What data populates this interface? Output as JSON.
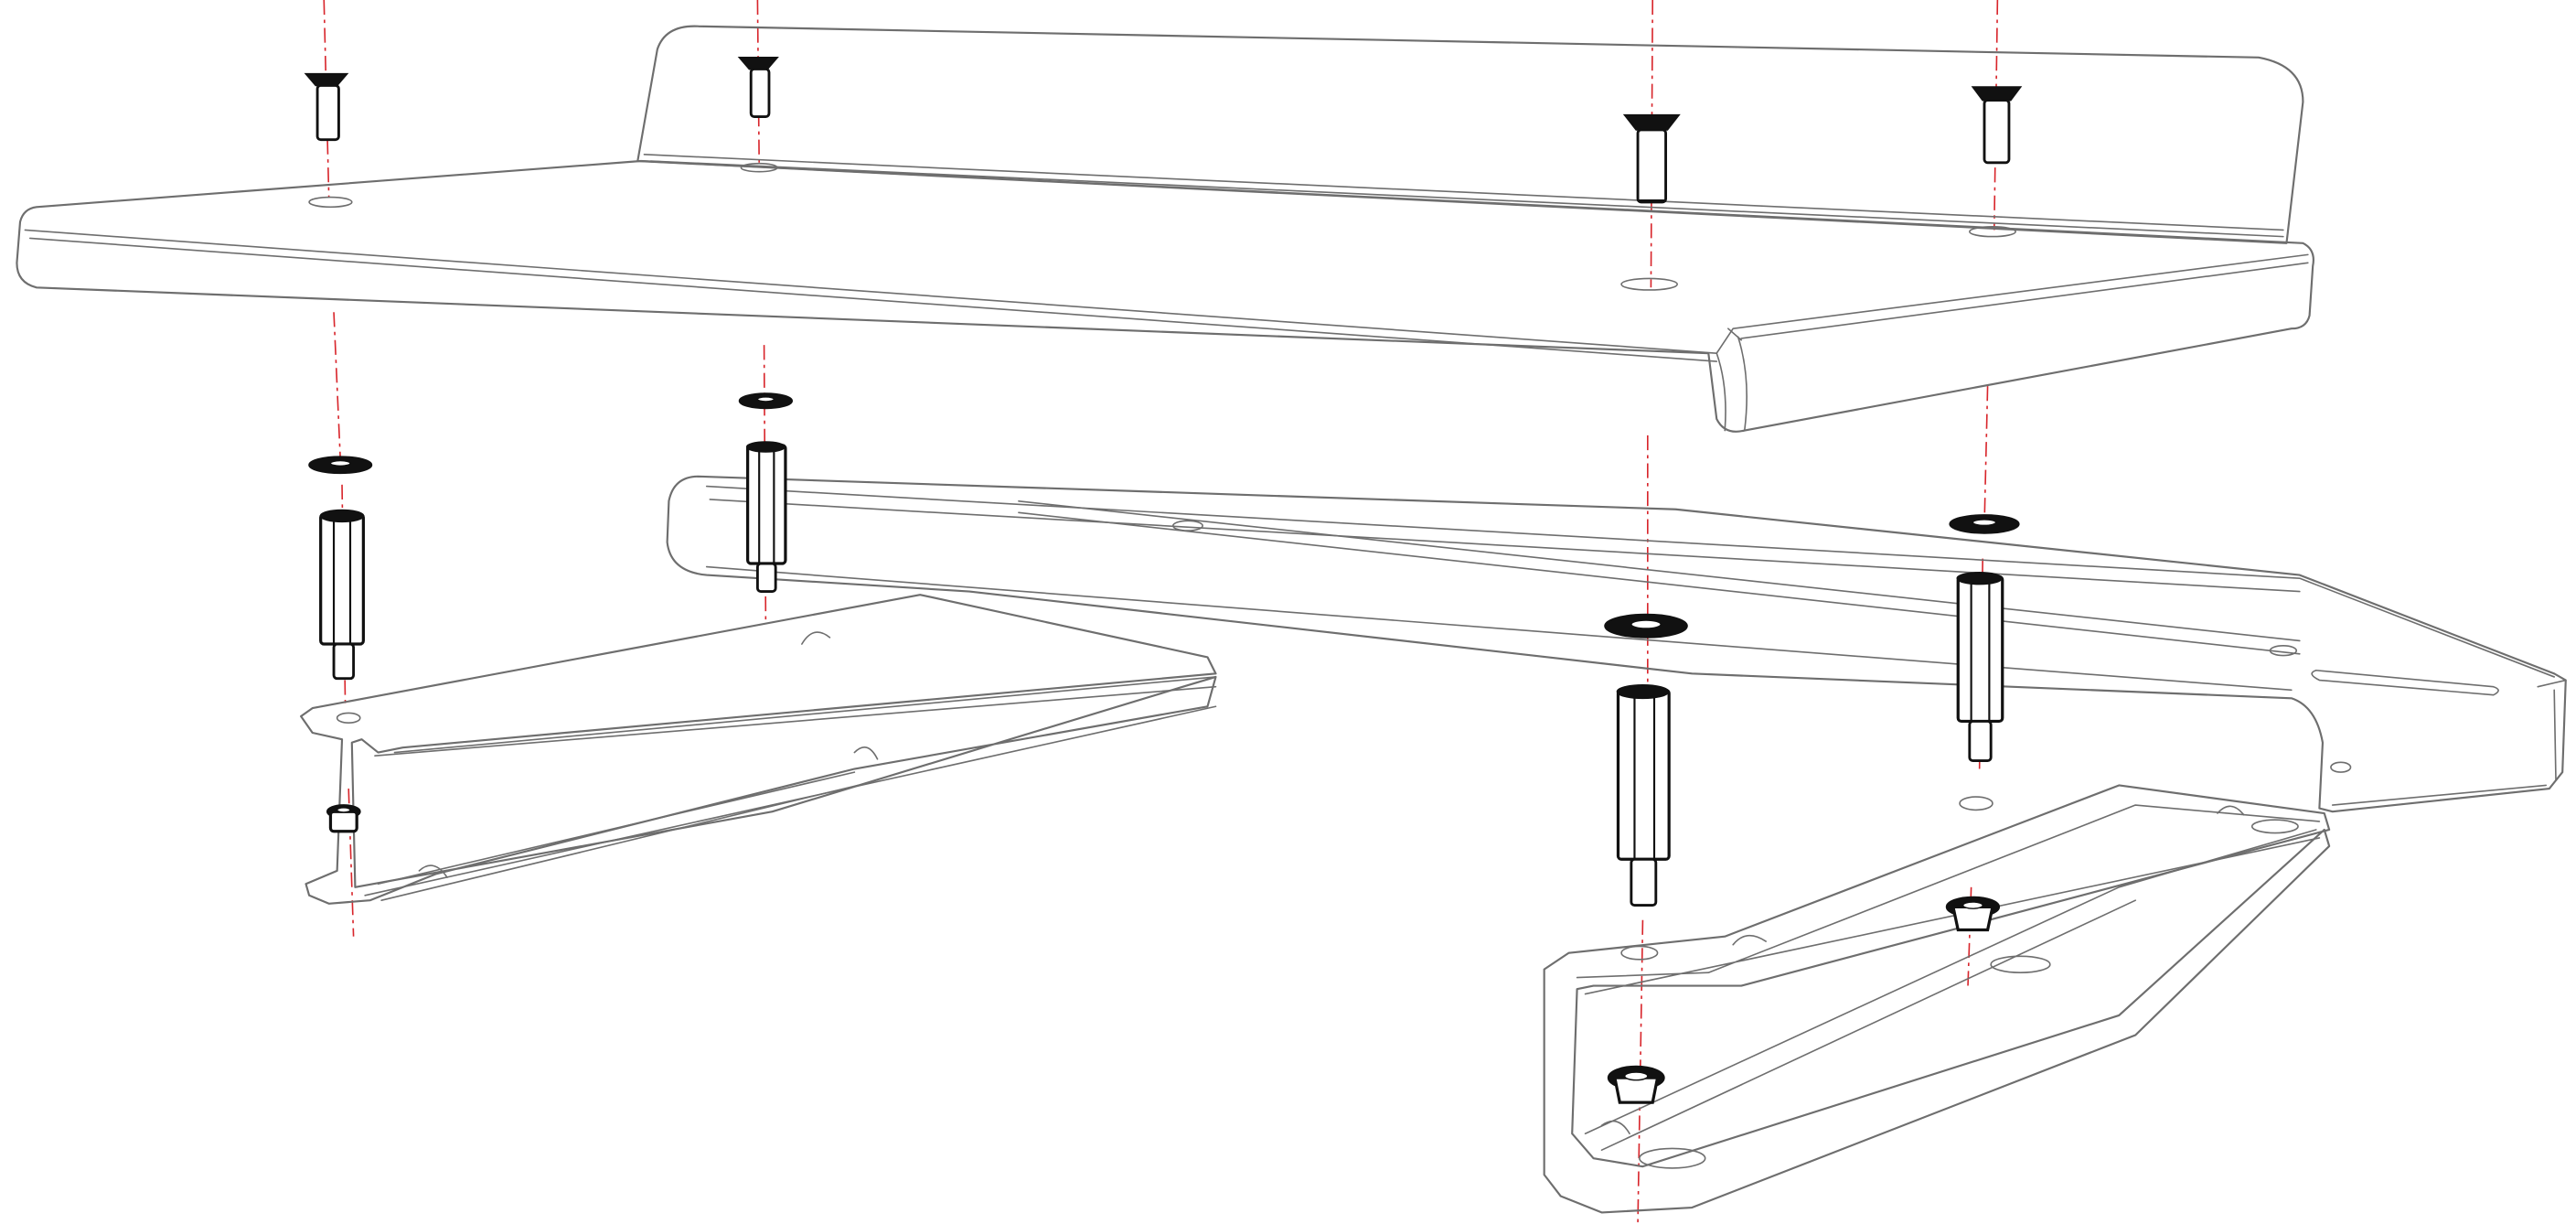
{
  "diagram": {
    "kind": "exploded-assembly-line-drawing",
    "text_labels": [],
    "colors": {
      "background": "#ffffff",
      "part_outline": "#6e6e6e",
      "part_fill": "#ffffff",
      "hardware_dark": "#111111",
      "hardware_highlight": "#ffffff",
      "axis_line": "#d8252b"
    },
    "parts": {
      "top_shelf": {
        "name": "shelf-plate"
      },
      "middle_bracket": {
        "name": "rear-rail-bracket"
      },
      "left_rail": {
        "name": "left-mounting-rail"
      },
      "right_rail": {
        "name": "right-mounting-rail"
      },
      "screws": [
        {
          "name": "screw-1"
        },
        {
          "name": "screw-2"
        },
        {
          "name": "screw-3"
        },
        {
          "name": "screw-4"
        }
      ],
      "washers": [
        {
          "name": "washer-1"
        },
        {
          "name": "washer-2"
        },
        {
          "name": "washer-3"
        },
        {
          "name": "washer-4"
        }
      ],
      "standoffs": [
        {
          "name": "standoff-1"
        },
        {
          "name": "standoff-2"
        },
        {
          "name": "standoff-3"
        },
        {
          "name": "standoff-4"
        }
      ],
      "nuts": [
        {
          "name": "nut-1"
        },
        {
          "name": "nut-2"
        },
        {
          "name": "nut-3"
        }
      ]
    }
  }
}
